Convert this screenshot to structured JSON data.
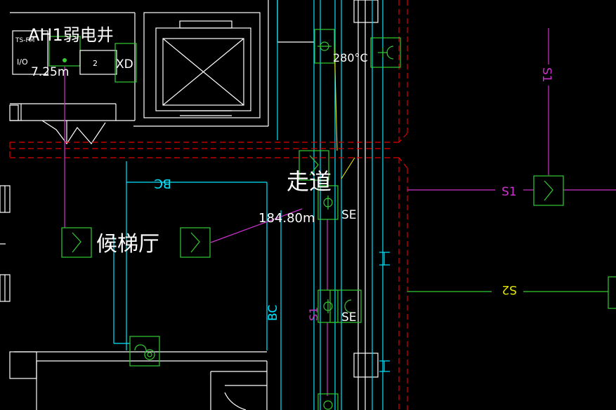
{
  "colors": {
    "background": "#000000",
    "white": "#ffffff",
    "green": "#33cc33",
    "cyan": "#00e5ff",
    "magenta": "#cc33cc",
    "yellow": "#e6e600",
    "red": "#e00000"
  },
  "labels": {
    "shaft": "AH1弱电井",
    "elevation": "7.25m",
    "ts": "TS-FM",
    "io": "I/O",
    "two": "2",
    "xd": "XD",
    "temp": "280°C",
    "corridor": "走道",
    "corridor_elev": "184.80m",
    "se_top": "SE",
    "se_bottom": "SE",
    "lobby": "候梯厅",
    "bc_top": "BC",
    "bc_vertical": "BC",
    "s1_top_right": "S1",
    "s1_mid_right": "S1",
    "s2_right": "S2",
    "s1_vertical": "S1"
  }
}
